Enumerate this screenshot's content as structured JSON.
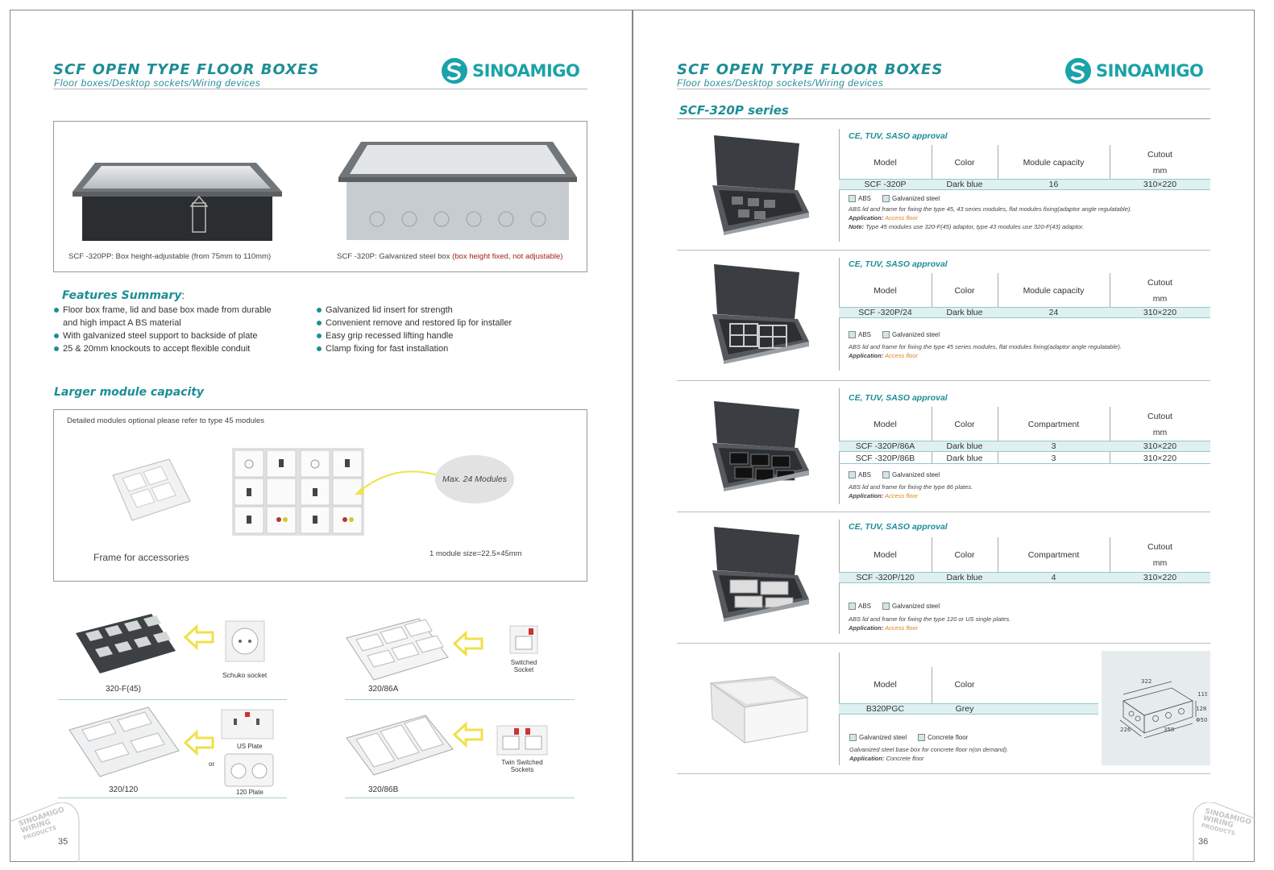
{
  "header": {
    "title": "SCF OPEN TYPE FLOOR BOXES",
    "subtitle": "Floor boxes/Desktop sockets/Wiring devices",
    "logo": "SINOAMIGO"
  },
  "left": {
    "product_photos": {
      "caption_1": "SCF -320PP: Box height-adjustable (from 75mm to 110mm)",
      "caption_2_main": "SCF -320P: Galvanized steel box ",
      "caption_2_red": "(box height fixed, not adjustable)"
    },
    "features": {
      "heading": "Features Summary",
      "colon": ":",
      "col1": [
        "Floor box frame, lid and base box made from durable",
        "and high impact A BS  material",
        "With galvanized steel support to backside of plate",
        "25 & 20mm knockouts to accept flexible conduit"
      ],
      "col2": [
        "Galvanized lid insert for strength",
        "Convenient remove and restored lip for installer",
        "Easy grip recessed lifting handle",
        "Clamp fixing for fast installation"
      ]
    },
    "module": {
      "heading": "Larger module capacity",
      "note": "Detailed modules optional please refer to type 45 modules",
      "bubble": "Max. 24 Modules",
      "frame_label": "Frame for accessories",
      "size": "1 module size=22.5×45mm"
    },
    "accessories": [
      {
        "frame": "320-F(45)",
        "socket": "Schuko socket"
      },
      {
        "frame": "320/86A",
        "socket_l1": "Switched",
        "socket_l2": "Socket"
      },
      {
        "frame": "320/120",
        "socket": "US Plate",
        "or": "or",
        "socket2": "120 Plate"
      },
      {
        "frame": "320/86B",
        "socket_l1": "Twin Switched",
        "socket_l2": "Sockets"
      }
    ],
    "corner": [
      "SINOAMIGO",
      "WIRING",
      "PRODUCTS"
    ],
    "page_number": "35"
  },
  "right": {
    "series_title": "SCF-320P series",
    "products": [
      {
        "approval": "CE, TUV, SASO approval",
        "headers": [
          "Model",
          "Color",
          "Module capacity",
          "Cutout",
          "mm"
        ],
        "rows": [
          [
            "SCF -320P",
            "Dark blue",
            "16",
            "310×220"
          ]
        ],
        "materials": [
          "ABS",
          "Galvanized steel"
        ],
        "desc": "ABS lid and frame for fixing the type 45, 43 series modules, flat modules fixing(adaptor angle regulatable).",
        "app_label": "Application:",
        "app_value": "Access floor",
        "note_label": "Note:",
        "note": "Type 45 modules use 320-F(45) adaptor, type 43 modules use 320-F(43) adaptor."
      },
      {
        "approval": "CE, TUV, SASO approval",
        "headers": [
          "Model",
          "Color",
          "Module capacity",
          "Cutout",
          "mm"
        ],
        "rows": [
          [
            "SCF -320P/24",
            "Dark blue",
            "24",
            "310×220"
          ]
        ],
        "materials": [
          "ABS",
          "Galvanized steel"
        ],
        "desc": "ABS lid and frame for fixing the type 45 series modules, flat modules fixing(adaptor angle regulatable).",
        "app_label": "Application:",
        "app_value": "Access floor"
      },
      {
        "approval": "CE, TUV, SASO approval",
        "headers": [
          "Model",
          "Color",
          "Compartment",
          "Cutout",
          "mm"
        ],
        "rows": [
          [
            "SCF -320P/86A",
            "Dark blue",
            "3",
            "310×220"
          ],
          [
            "SCF -320P/86B",
            "Dark blue",
            "3",
            "310×220"
          ]
        ],
        "materials": [
          "ABS",
          "Galvanized steel"
        ],
        "desc": "ABS lid and frame for fixing the type 86 plates.",
        "app_label": "Application:",
        "app_value": "Access floor"
      },
      {
        "approval": "CE, TUV, SASO approval",
        "headers": [
          "Model",
          "Color",
          "Compartment",
          "Cutout",
          "mm"
        ],
        "rows": [
          [
            "SCF -320P/120",
            "Dark blue",
            "4",
            "310×220"
          ]
        ],
        "materials": [
          "ABS",
          "Galvanized steel"
        ],
        "desc": "ABS lid and frame for fixing the type 120 or US single plates.",
        "app_label": "Application:",
        "app_value": "Access floor"
      },
      {
        "headers": [
          "Model",
          "Color"
        ],
        "rows": [
          [
            "B320PGC",
            "Grey"
          ]
        ],
        "materials": [
          "Galvanized steel",
          "Concrete floor"
        ],
        "desc": "Galvanized steel base box for concrete floor n(on demand).",
        "app_label": "Application:",
        "app_value": "Concrete floor",
        "drawing_dims": [
          "322",
          "119",
          "128",
          "Φ50",
          "358",
          "226"
        ]
      }
    ],
    "corner": [
      "SINOAMIGO",
      "WIRING",
      "PRODUCTS"
    ],
    "page_number": "36"
  },
  "colors": {
    "accent": "#1d8e96",
    "logo": "#1aa3a8",
    "tint": "#dff0f1",
    "orange": "#d8861a",
    "red": "#a12121"
  }
}
